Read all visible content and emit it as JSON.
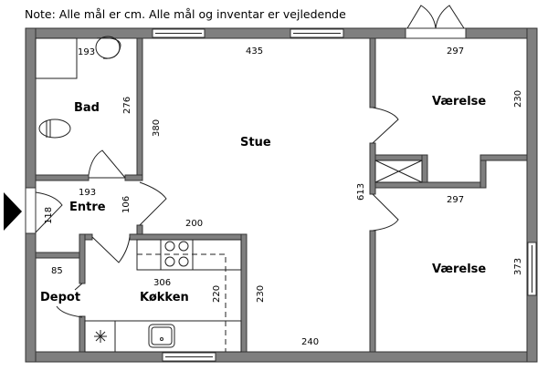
{
  "note": "Note: Alle mål er cm. Alle mål og inventar er vejledende",
  "rooms": {
    "bad": {
      "label": "Bad",
      "dims": [
        "193",
        "276"
      ]
    },
    "stue": {
      "label": "Stue",
      "dims": [
        "435",
        "380",
        "200",
        "230",
        "240"
      ]
    },
    "entre": {
      "label": "Entre",
      "dims": [
        "193",
        "106",
        "118"
      ]
    },
    "depot": {
      "label": "Depot",
      "dims": [
        "85"
      ]
    },
    "kokken": {
      "label": "Køkken",
      "dims": [
        "306",
        "220"
      ]
    },
    "vaerelse1": {
      "label": "Værelse",
      "dims": [
        "297",
        "230"
      ]
    },
    "vaerelse2": {
      "label": "Værelse",
      "dims": [
        "297",
        "373"
      ]
    },
    "hall": {
      "dims": [
        "613"
      ]
    }
  }
}
